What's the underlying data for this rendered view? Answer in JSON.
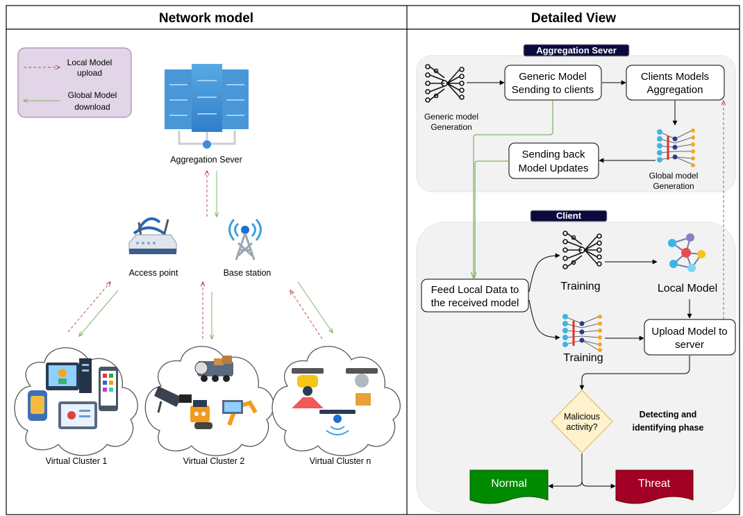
{
  "headers": {
    "left": "Network model",
    "right": "Detailed View"
  },
  "legend": {
    "local_line1": "Local Model",
    "local_line2": "upload",
    "global_line1": "Global Model",
    "global_line2": "download"
  },
  "network": {
    "server": "Aggregation Sever",
    "access_point": "Access point",
    "base_station": "Base station",
    "clusters": [
      "Virtual Cluster 1",
      "Virtual Cluster 2",
      "Virtual Cluster n"
    ]
  },
  "detail": {
    "agg_banner": "Aggregation Sever",
    "client_banner": "Client",
    "generic_model_gen": [
      "Generic model",
      "Generation"
    ],
    "generic_sending": [
      "Generic Model",
      "Sending to clients"
    ],
    "clients_aggregation": [
      "Clients Models",
      "Aggregation"
    ],
    "global_model_gen": [
      "Global model",
      "Generation"
    ],
    "sending_back": [
      "Sending back",
      "Model Updates"
    ],
    "feed_local": [
      "Feed Local Data to",
      "the received model"
    ],
    "training_1": "Training",
    "training_2": "Training",
    "local_model": "Local Model",
    "upload_model": [
      "Upload Model to",
      "server"
    ],
    "malicious": [
      "Malicious",
      "activity?"
    ],
    "detecting": [
      "Detecting and",
      "identifying phase"
    ],
    "normal": "Normal",
    "threat": "Threat"
  },
  "colors": {
    "upload_arrow": "#b85450",
    "download_arrow": "#82b366",
    "banner": "#0a0a3c",
    "normal": "#008a00",
    "threat": "#a20025",
    "decision_fill": "#fff2cc",
    "decision_stroke": "#d6b656",
    "legend_fill": "#e1d5e7",
    "legend_stroke": "#9673a6"
  }
}
